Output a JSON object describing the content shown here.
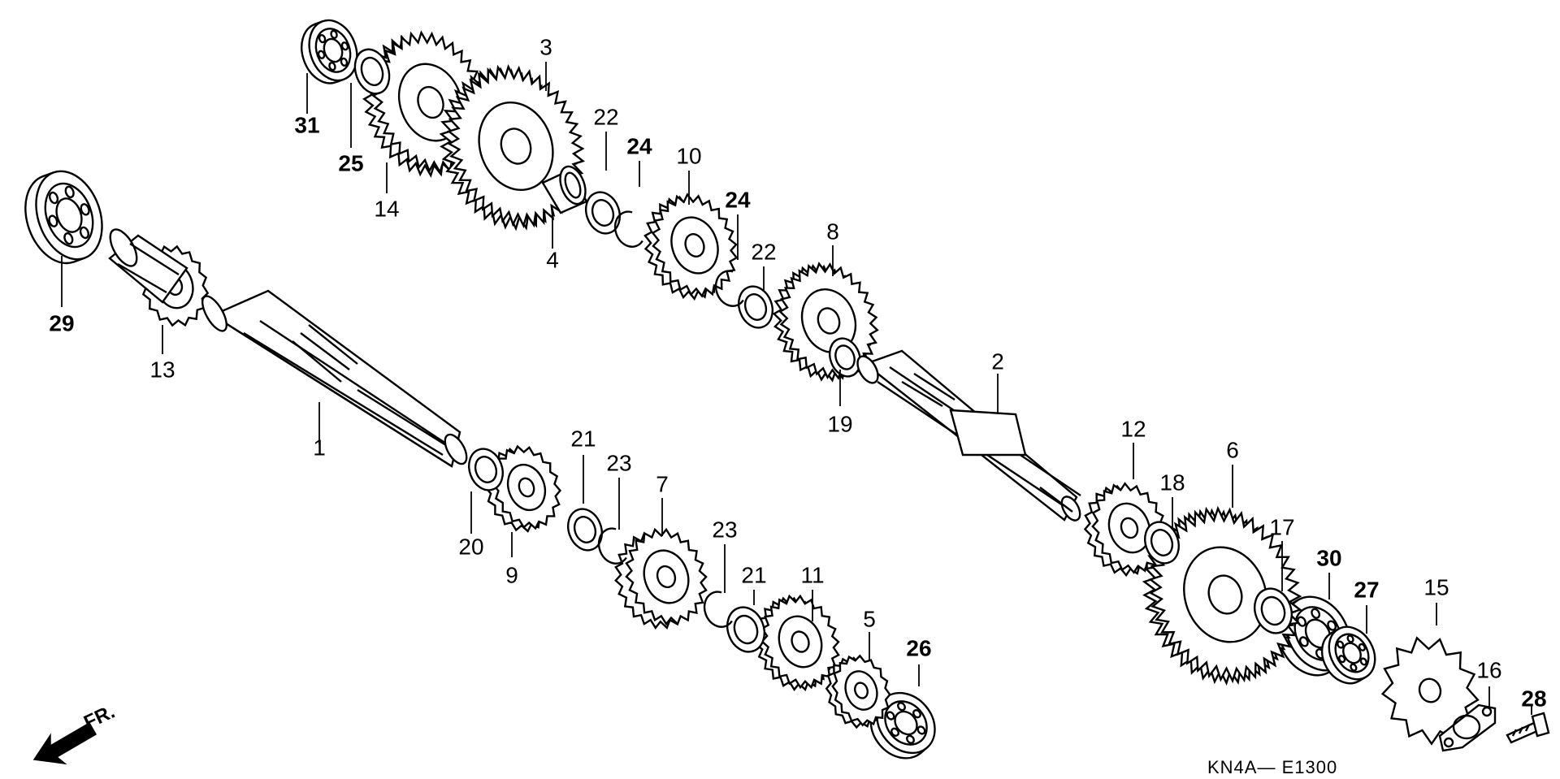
{
  "figure_code": "KN4A— E1300",
  "direction_label": "FR.",
  "callouts": [
    {
      "num": "1"
    },
    {
      "num": "2"
    },
    {
      "num": "3"
    },
    {
      "num": "4"
    },
    {
      "num": "5"
    },
    {
      "num": "6"
    },
    {
      "num": "7"
    },
    {
      "num": "8"
    },
    {
      "num": "9"
    },
    {
      "num": "10"
    },
    {
      "num": "11"
    },
    {
      "num": "12"
    },
    {
      "num": "13"
    },
    {
      "num": "14"
    },
    {
      "num": "15"
    },
    {
      "num": "16"
    },
    {
      "num": "17"
    },
    {
      "num": "18"
    },
    {
      "num": "19"
    },
    {
      "num": "20"
    },
    {
      "num": "21"
    },
    {
      "num": "21"
    },
    {
      "num": "22"
    },
    {
      "num": "22"
    },
    {
      "num": "23"
    },
    {
      "num": "23"
    },
    {
      "num": "24"
    },
    {
      "num": "24"
    },
    {
      "num": "25"
    },
    {
      "num": "26"
    },
    {
      "num": "27"
    },
    {
      "num": "28"
    },
    {
      "num": "29"
    },
    {
      "num": "30"
    },
    {
      "num": "31"
    }
  ]
}
